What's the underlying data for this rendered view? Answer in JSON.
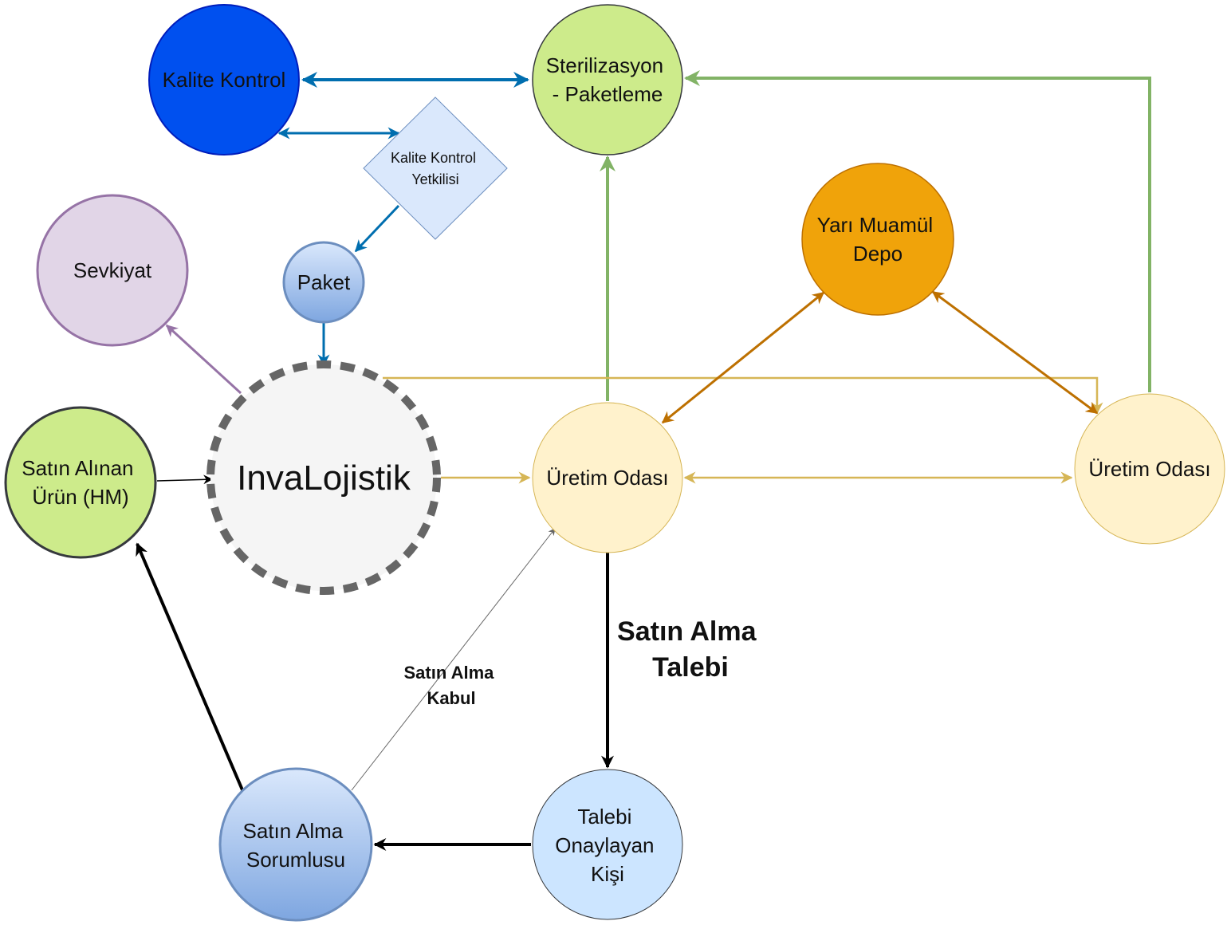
{
  "diagram": {
    "nodes": {
      "kalite_kontrol": {
        "label": [
          "Kalite Kontrol"
        ],
        "fill": "#0050ef",
        "stroke": "#001dbc",
        "text_color": "#ffffff"
      },
      "sterilizasyon": {
        "label": [
          "Sterilizasyon",
          "- Paketleme"
        ],
        "fill": "#cdeb8b",
        "stroke": "#36393d",
        "text_color": "#111111"
      },
      "kalite_yetkilisi": {
        "label": [
          "Kalite Kontrol",
          "Yetkilisi"
        ],
        "fill": "#dae8fc",
        "stroke": "#6c8ebf",
        "text_color": "#111111"
      },
      "yari_muamul": {
        "label": [
          "Yarı Muamül",
          "Depo"
        ],
        "fill": "#f0a30a",
        "stroke": "#bd7000",
        "text_color": "#111111"
      },
      "sevkiyat": {
        "label": [
          "Sevkiyat"
        ],
        "fill": "#e1d5e7",
        "stroke": "#9673a6",
        "text_color": "#111111"
      },
      "paket": {
        "label": [
          "Paket"
        ],
        "fill": "#7ea6e0",
        "stroke": "#6c8ebf",
        "text_color": "#111111"
      },
      "invalojistik": {
        "label": [
          "InvaLojistik"
        ],
        "fill": "#f5f5f5",
        "stroke": "#666666",
        "text_color": "#111111"
      },
      "satin_alinan": {
        "label": [
          "Satın Alınan",
          "Ürün (HM)"
        ],
        "fill": "#cdeb8b",
        "stroke": "#36393d",
        "text_color": "#111111"
      },
      "uretim_odasi_1": {
        "label": [
          "Üretim Odası"
        ],
        "fill": "#fff2cc",
        "stroke": "#d6b656",
        "text_color": "#111111"
      },
      "uretim_odasi_2": {
        "label": [
          "Üretim Odası"
        ],
        "fill": "#fff2cc",
        "stroke": "#d6b656",
        "text_color": "#111111"
      },
      "talebi_onaylayan": {
        "label": [
          "Talebi",
          "Onaylayan",
          "Kişi"
        ],
        "fill": "#cce5ff",
        "stroke": "#36393d",
        "text_color": "#111111"
      },
      "satin_alma_sorumlusu": {
        "label": [
          "Satın Alma",
          "Sorumlusu"
        ],
        "fill": "#7ea6e0",
        "stroke": "#6c8ebf",
        "text_color": "#111111"
      }
    },
    "edge_labels": {
      "satin_alma_talebi": [
        "Satın Alma",
        "Talebi"
      ],
      "satin_alma_kabul": [
        "Satın Alma",
        "Kabul"
      ],
      "color": "#66b2ff"
    },
    "edge_colors": {
      "blue": "#006eaf",
      "green": "#82b366",
      "gold": "#d6b656",
      "orange": "#bd7000",
      "purple": "#9673a6",
      "black": "#000000",
      "gray": "#666666"
    }
  }
}
